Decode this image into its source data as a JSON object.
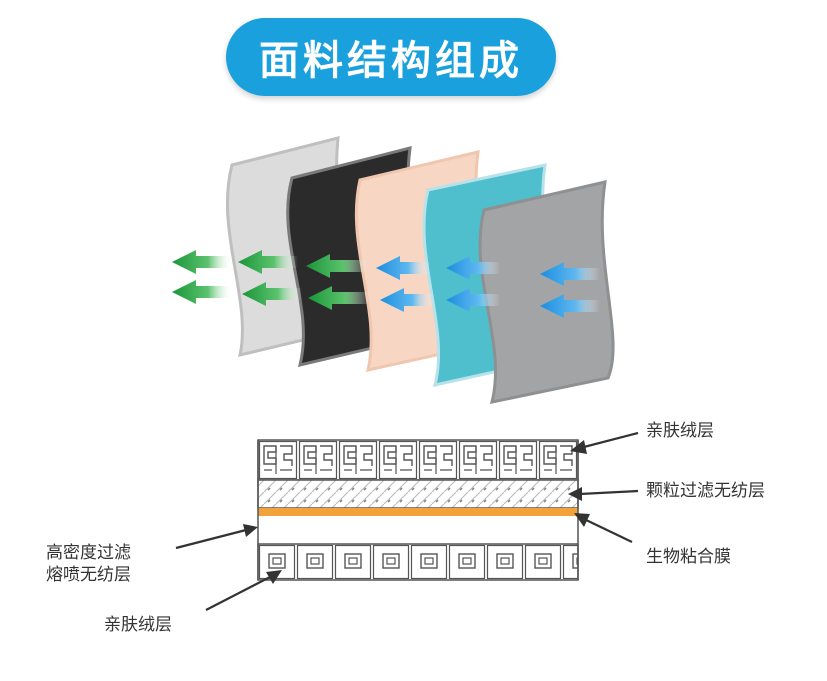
{
  "title": "面料结构组成",
  "colors": {
    "title_bg": "#1aa0dc",
    "layer_white": "#dedede",
    "layer_black": "#2b2b2b",
    "layer_peach": "#f7d6c4",
    "layer_cyan": "#4fbecd",
    "layer_gray": "#a2a4a6",
    "arrow_green": "#1f9a3c",
    "arrow_blue": "#1f8fe0",
    "film_orange": "#f2a23b"
  },
  "labels": {
    "skin_top": "亲肤绒层",
    "particle_filter": "颗粒过滤无纺层",
    "bio_film": "生物粘合膜",
    "melt_line1": "高密度过滤",
    "melt_line2": "熔喷无纺层",
    "skin_bottom": "亲肤绒层"
  }
}
